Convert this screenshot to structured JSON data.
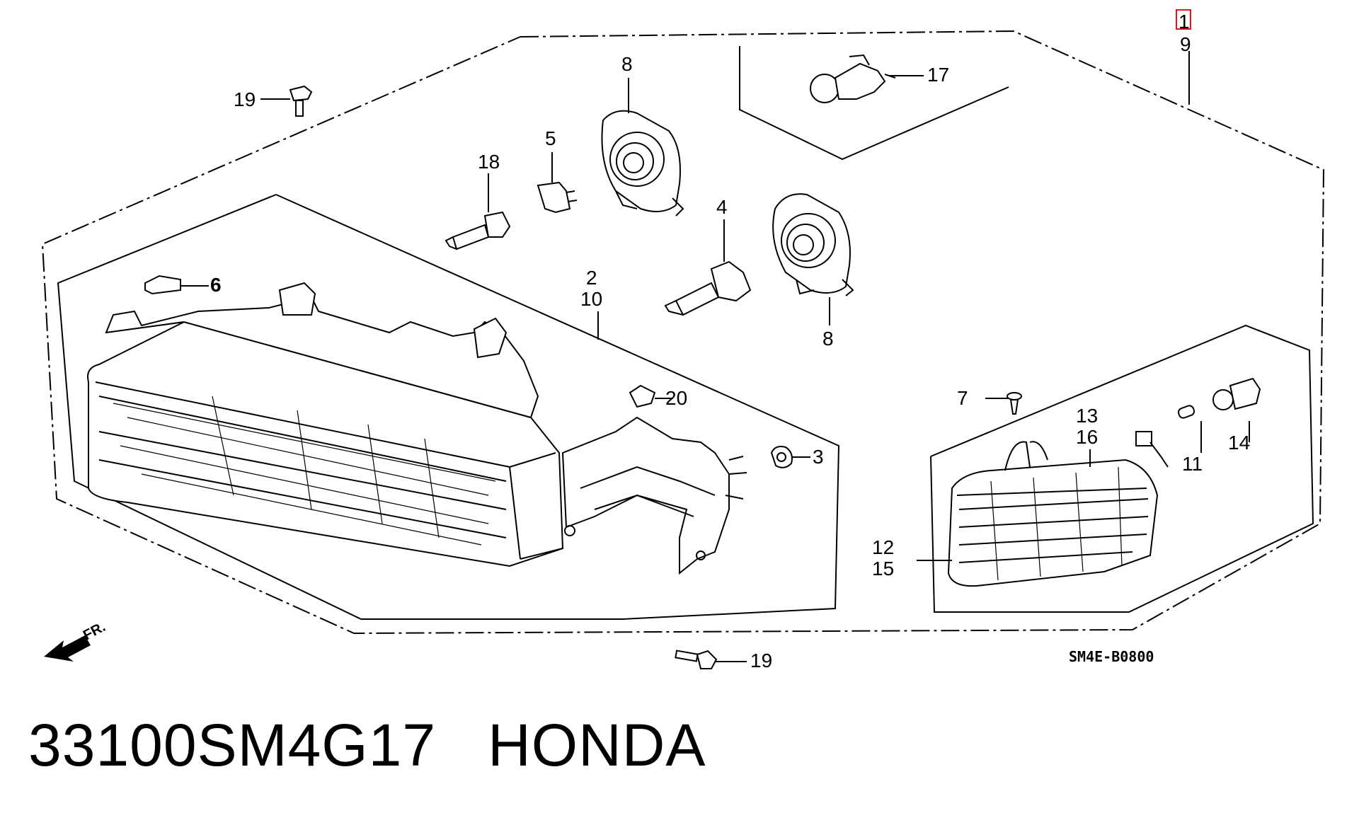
{
  "diagram": {
    "drawing_code": "SM4E-B0800",
    "front_marker": "FR.",
    "highlight_color": "#e0161b",
    "callouts": {
      "c1": "1",
      "c9": "9",
      "c17": "17",
      "c19a": "19",
      "c8a": "8",
      "c5": "5",
      "c18": "18",
      "c4": "4",
      "c8b": "8",
      "c6": "6",
      "c2": "2",
      "c10": "10",
      "c20": "20",
      "c3": "3",
      "c7": "7",
      "c13": "13",
      "c16": "16",
      "c11": "11",
      "c14": "14",
      "c12": "12",
      "c15": "15",
      "c19b": "19"
    }
  },
  "footer": {
    "part_number": "33100SM4G17",
    "brand": "HONDA"
  }
}
